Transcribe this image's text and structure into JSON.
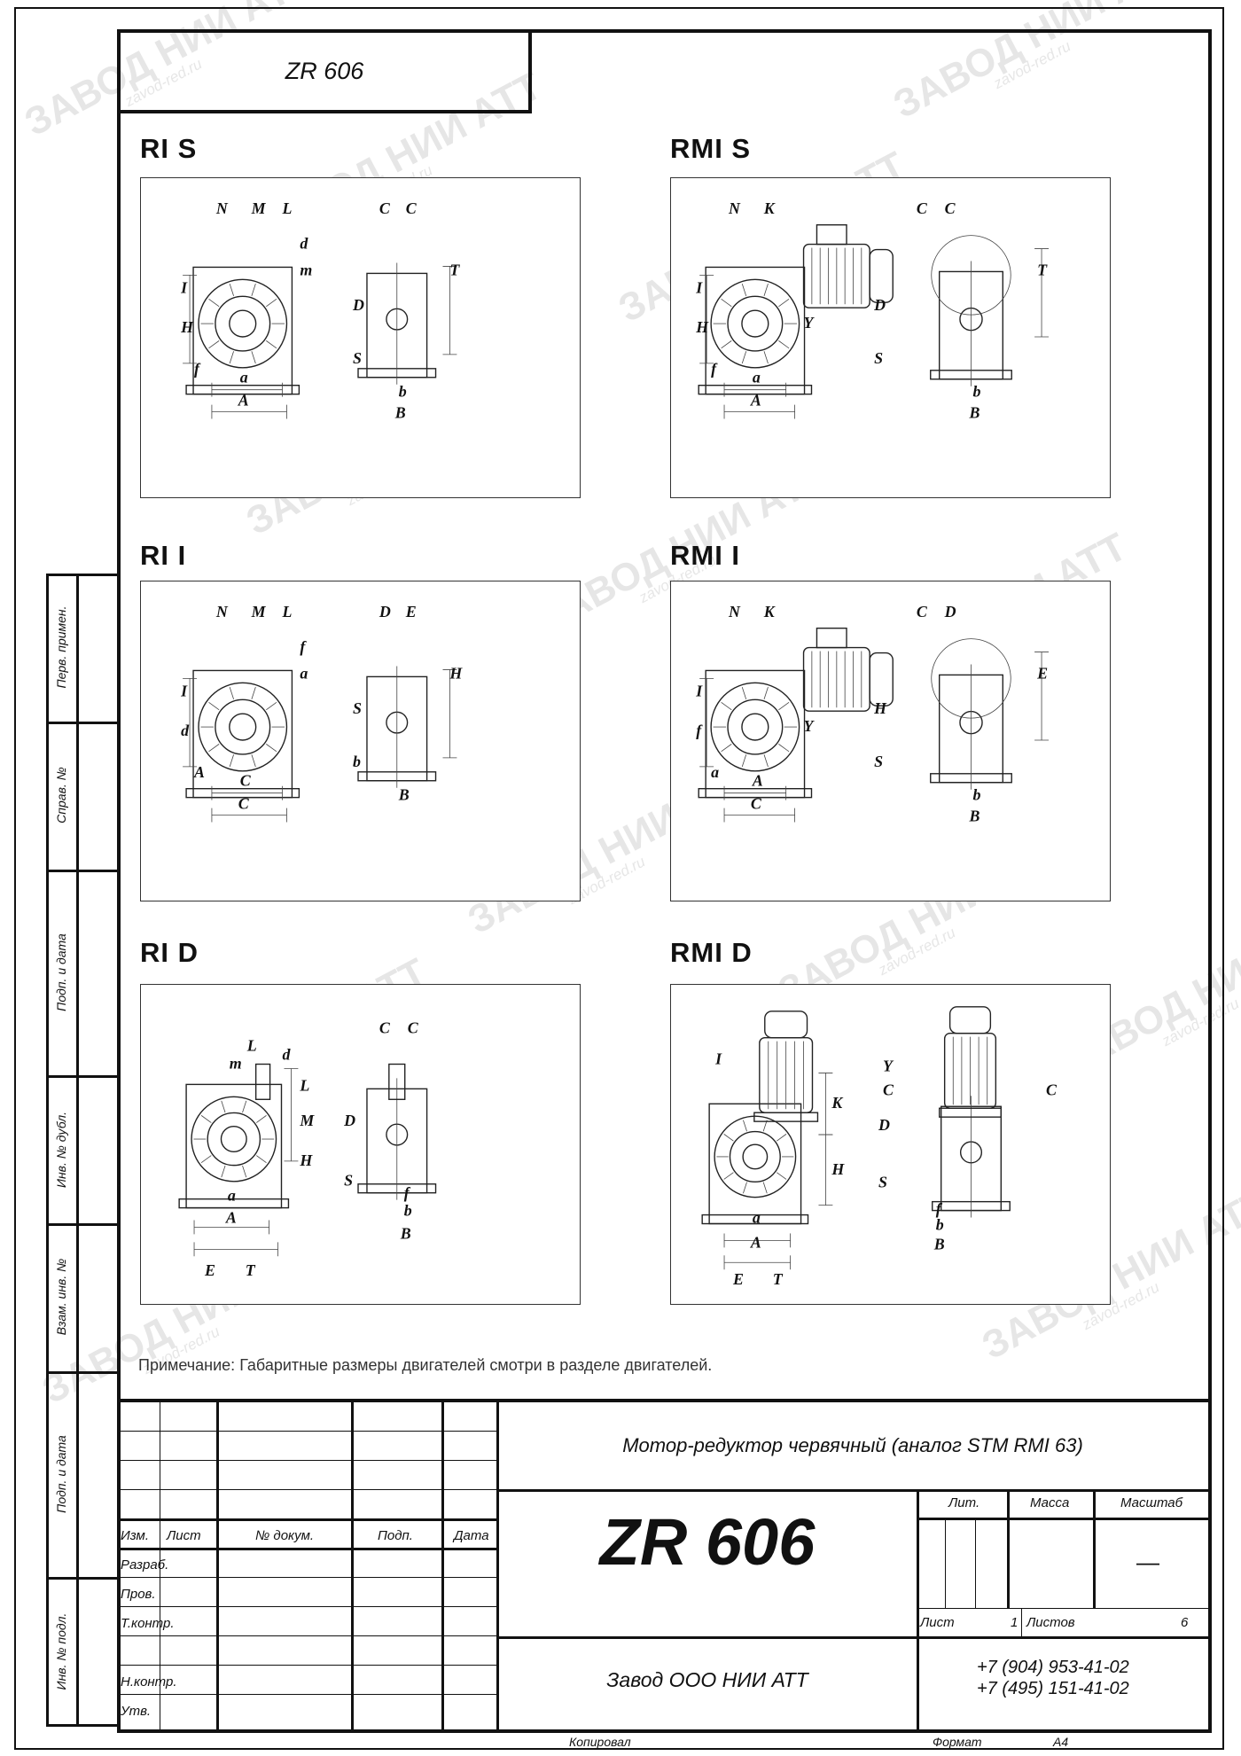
{
  "header": {
    "code": "ZR 606"
  },
  "sections": [
    {
      "title": "RI  S"
    },
    {
      "title": "RMI  S"
    },
    {
      "title": "RI  I"
    },
    {
      "title": "RMI  I"
    },
    {
      "title": "RI  D"
    },
    {
      "title": "RMI  D"
    }
  ],
  "note": "Примечание: Габаритные размеры двигателей смотри в разделе двигателей.",
  "sidebar": {
    "labels": [
      "Перв. примен.",
      "Справ. №",
      "Подп. и дата",
      "Инв. № дубл.",
      "Взам. инв. №",
      "Подп. и дата",
      "Инв. № подл."
    ]
  },
  "titleblock": {
    "cols": [
      "Изм.",
      "Лист",
      "№ докум.",
      "Подп.",
      "Дата"
    ],
    "rows": [
      "Разраб.",
      "Пров.",
      "Т.контр.",
      "",
      "Н.контр.",
      "Утв."
    ],
    "description": "Мотор-редуктор червячный (аналог STM RMI 63)",
    "code": "ZR 606",
    "lit": "Лит.",
    "mass": "Масса",
    "scale": "Масштаб",
    "scale_value": "—",
    "sheet_label": "Лист",
    "sheet": "1",
    "sheets_label": "Листов",
    "sheets": "6",
    "company": "Завод ООО НИИ АТТ",
    "phone1": "+7 (904) 953-41-02",
    "phone2": "+7 (495) 151-41-02"
  },
  "footer": {
    "copied": "Копировал",
    "format_label": "Формат",
    "format": "A4"
  },
  "watermark": {
    "text": "ЗАВОД НИИ АТТ",
    "site": "zavod-red.ru"
  },
  "dimension_labels": {
    "ri_s": [
      "N",
      "M",
      "L",
      "I",
      "H",
      "d",
      "m",
      "f",
      "a",
      "A",
      "C",
      "C",
      "T",
      "D",
      "S",
      "b",
      "B"
    ],
    "rmi_s": [
      "N",
      "K",
      "I",
      "H",
      "Y",
      "f",
      "a",
      "A",
      "C",
      "C",
      "T",
      "D",
      "S",
      "b",
      "B"
    ],
    "ri_i": [
      "N",
      "M",
      "L",
      "I",
      "d",
      "f",
      "a",
      "A",
      "C",
      "C",
      "D",
      "E",
      "H",
      "S",
      "b",
      "B"
    ],
    "rmi_i": [
      "N",
      "K",
      "I",
      "f",
      "Y",
      "a",
      "A",
      "C",
      "C",
      "D",
      "E",
      "H",
      "S",
      "b",
      "B"
    ],
    "ri_d": [
      "L",
      "m",
      "d",
      "L",
      "M",
      "H",
      "a",
      "A",
      "E",
      "T",
      "C",
      "C",
      "D",
      "S",
      "f",
      "b",
      "B"
    ],
    "rmi_d": [
      "I",
      "K",
      "H",
      "a",
      "A",
      "E",
      "T",
      "Y",
      "C",
      "C",
      "D",
      "S",
      "f",
      "b",
      "B"
    ]
  }
}
